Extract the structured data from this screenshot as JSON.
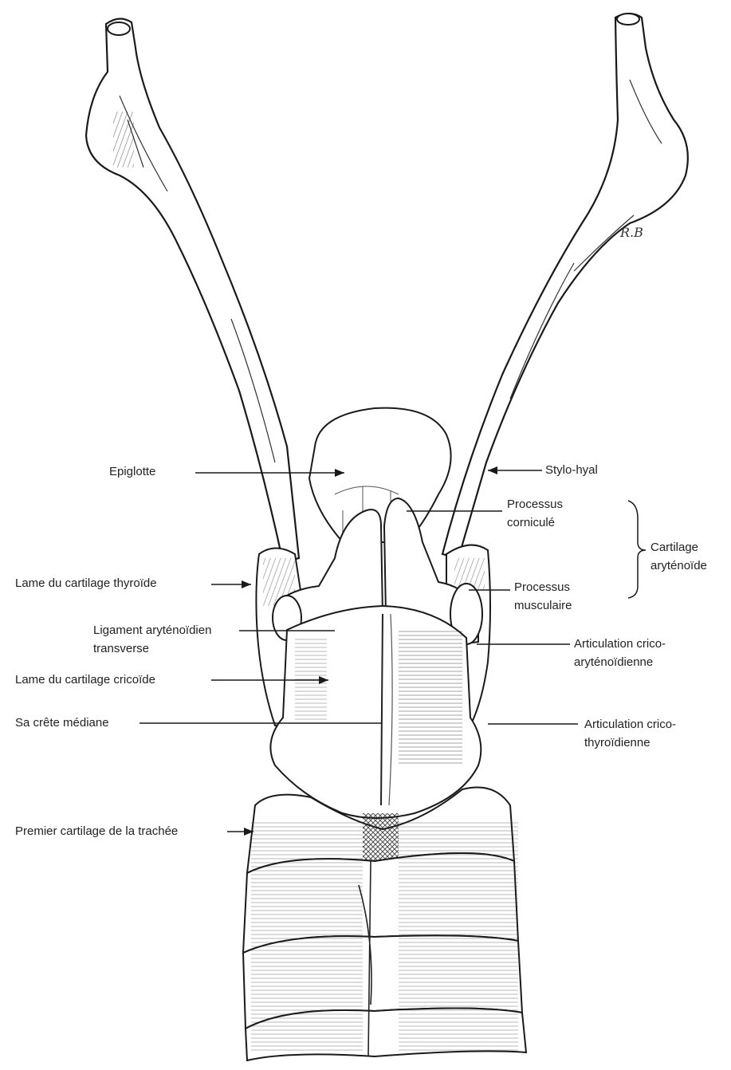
{
  "labels": {
    "epiglotte": "Epiglotte",
    "stylo_hyal": "Stylo-hyal",
    "processus_cornicule_1": "Processus",
    "processus_cornicule_2": "corniculé",
    "cartilage_arytenoide_1": "Cartilage",
    "cartilage_arytenoide_2": "aryténoïde",
    "lame_thyroide": "Lame du cartilage thyroïde",
    "processus_musculaire_1": "Processus",
    "processus_musculaire_2": "musculaire",
    "ligament_1": "Ligament aryténoïdien",
    "ligament_2": "transverse",
    "artic_crico_aryt_1": "Articulation crico-",
    "artic_crico_aryt_2": "aryténoïdienne",
    "lame_cricoide": "Lame du cartilage cricoïde",
    "crete_mediane": "Sa crête médiane",
    "artic_crico_thyr_1": "Articulation crico-",
    "artic_crico_thyr_2": "thyroïdienne",
    "premier_cartilage": "Premier cartilage de la trachée"
  },
  "signature": "R.B",
  "colors": {
    "ink": "#1a1a1a",
    "paper": "#ffffff",
    "fill": "#f4f4f4"
  }
}
